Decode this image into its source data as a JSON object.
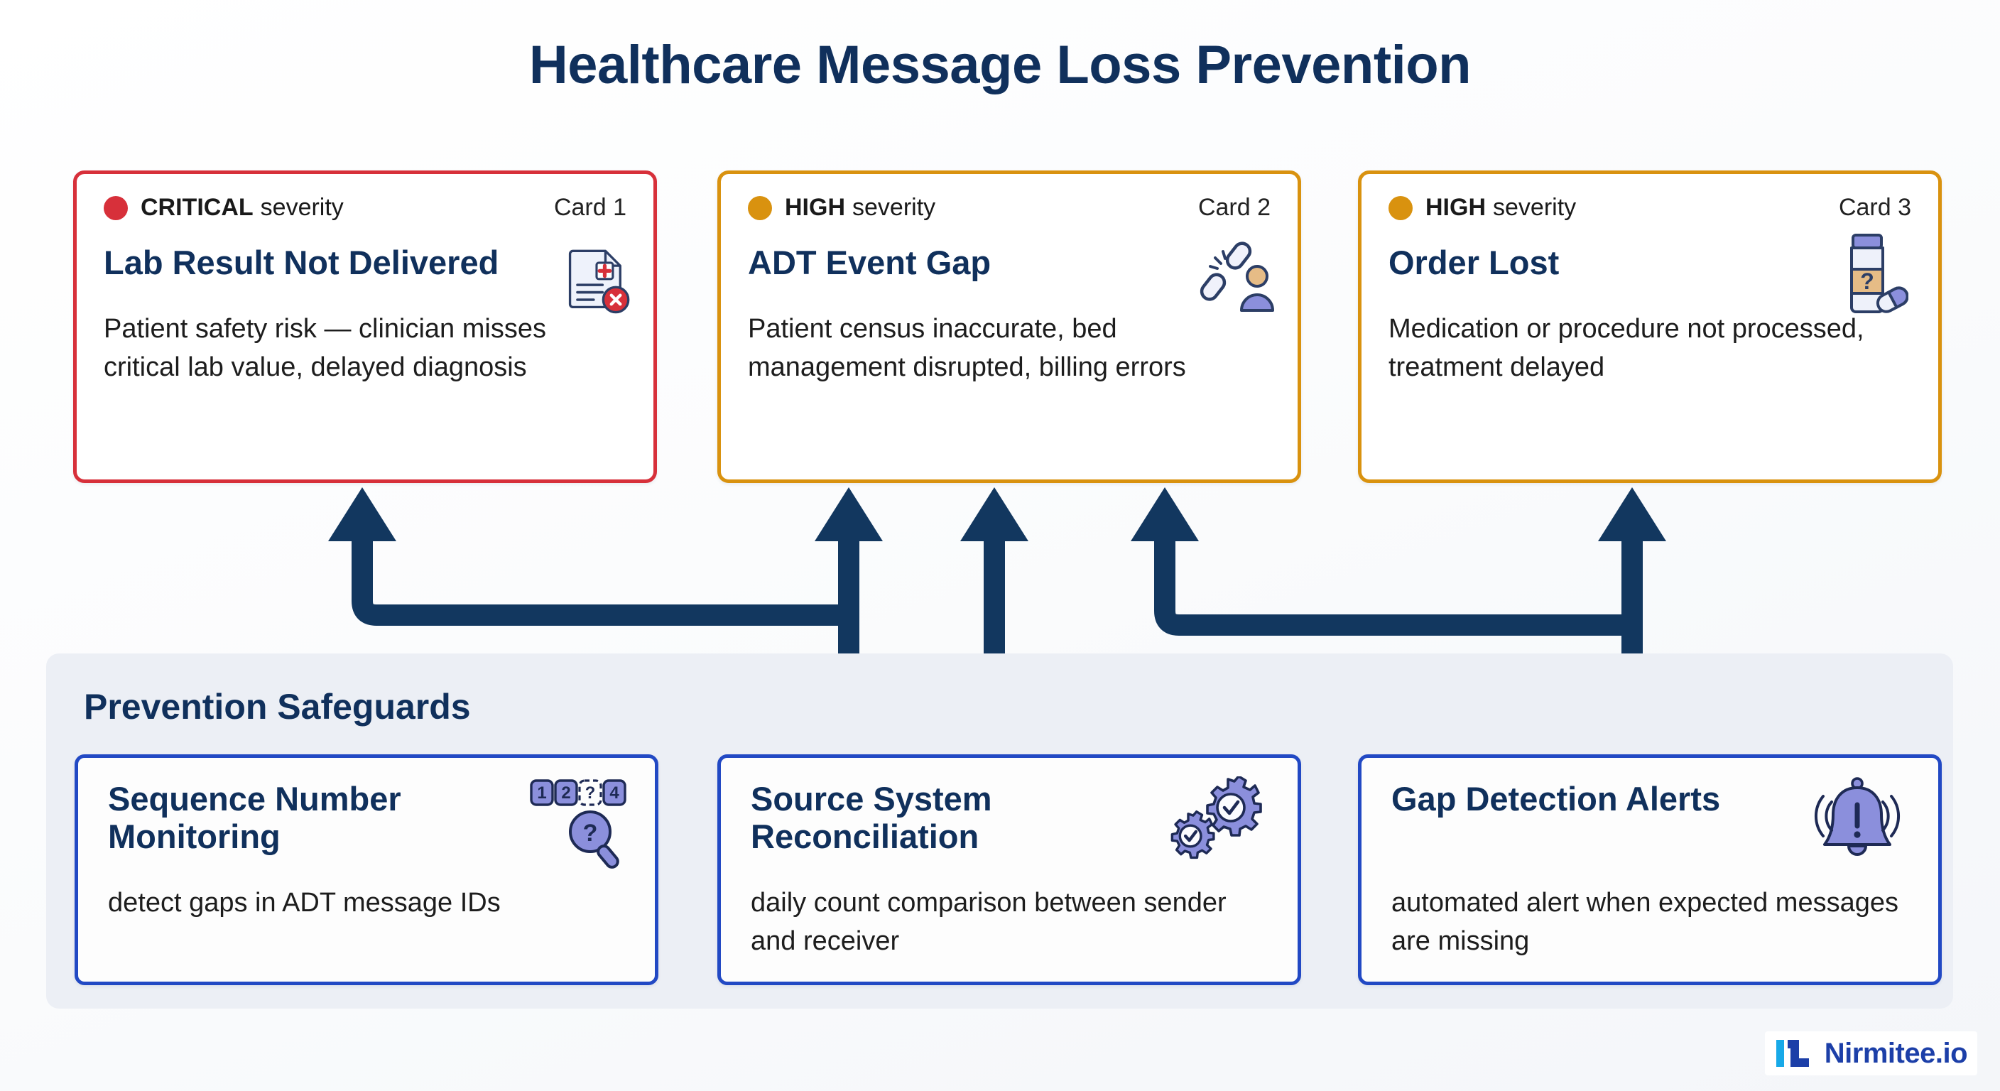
{
  "page": {
    "title": "Healthcare Message Loss Prevention",
    "background_color": "#f7f9fb",
    "accent_navy": "#10305c",
    "accent_blue": "#2249c4"
  },
  "risk_cards": [
    {
      "severity": "CRITICAL",
      "severity_suffix": "severity",
      "severity_color": "#d7303a",
      "card_number": "Card 1",
      "title": "Lab Result Not Delivered",
      "description": "Patient safety risk — clinician misses critical lab value, delayed diagnosis",
      "icon": "document-medical-error-icon"
    },
    {
      "severity": "HIGH",
      "severity_suffix": "severity",
      "severity_color": "#d9920f",
      "card_number": "Card 2",
      "title": "ADT Event Gap",
      "description": "Patient census inaccurate, bed management disrupted, billing errors",
      "icon": "broken-link-patient-icon"
    },
    {
      "severity": "HIGH",
      "severity_suffix": "severity",
      "severity_color": "#d9920f",
      "card_number": "Card 3",
      "title": "Order Lost",
      "description": "Medication or procedure not processed, treatment delayed",
      "icon": "medication-bottle-question-icon"
    }
  ],
  "safeguards_panel": {
    "title": "Prevention Safeguards",
    "cards": [
      {
        "title": "Sequence Number Monitoring",
        "description": "detect gaps in ADT message IDs",
        "icon": "number-sequence-gap-magnifier-icon",
        "icon_values": [
          "1",
          "2",
          "?",
          "4"
        ],
        "magnifier_glyph": "?"
      },
      {
        "title": "Source System Reconciliation",
        "description": "daily count comparison between sender and receiver",
        "icon": "gears-check-icon"
      },
      {
        "title": "Gap Detection Alerts",
        "description": "automated alert when expected messages are missing",
        "icon": "ringing-alert-bell-icon"
      }
    ]
  },
  "connections": {
    "color": "#12375f",
    "edges": [
      {
        "from": "Sequence Number Monitoring",
        "to": "Lab Result Not Delivered"
      },
      {
        "from": "Sequence Number Monitoring",
        "to": "ADT Event Gap"
      },
      {
        "from": "Source System Reconciliation",
        "to": "ADT Event Gap"
      },
      {
        "from": "Gap Detection Alerts",
        "to": "ADT Event Gap"
      },
      {
        "from": "Gap Detection Alerts",
        "to": "Order Lost"
      }
    ]
  },
  "footer": {
    "brand": "Nirmitee.io",
    "logo_icon": "nirmitee-logo-icon",
    "logo_colors": [
      "#17a9e8",
      "#1c3fa8"
    ]
  }
}
